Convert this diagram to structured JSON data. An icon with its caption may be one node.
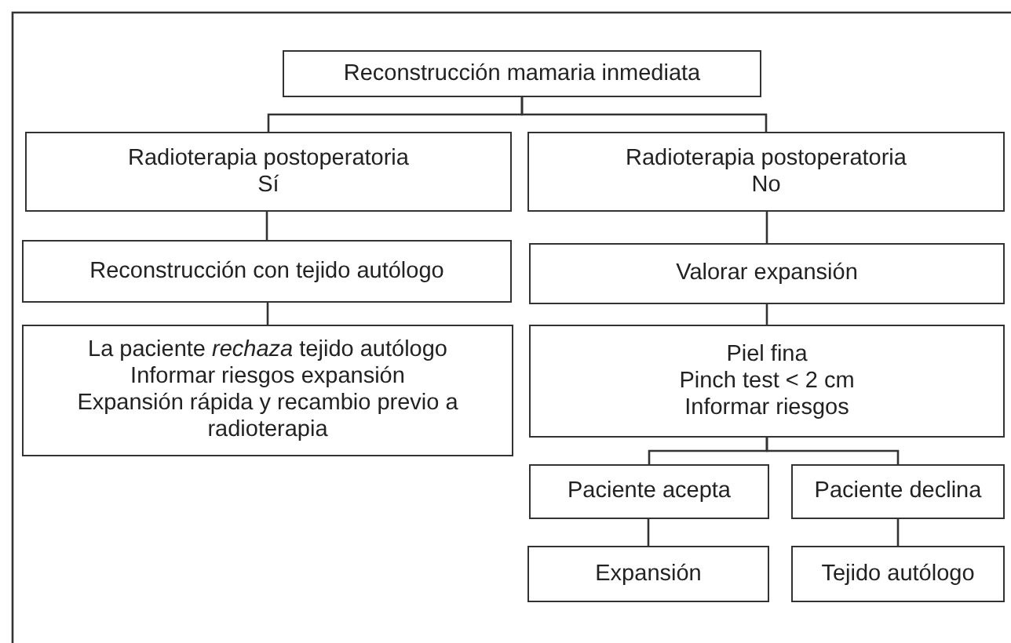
{
  "diagram": {
    "nodes": [
      {
        "text": [
          "Reconstrucción mamaria inmediata"
        ]
      },
      {
        "text": [
          "Radioterapia postoperatoria",
          "Sí"
        ]
      },
      {
        "text": [
          "Radioterapia postoperatoria",
          "No"
        ]
      },
      {
        "text": [
          "Reconstrucción con tejido autólogo"
        ]
      },
      {
        "text": [
          "Valorar expansión"
        ]
      },
      {
        "text": [
          "La paciente *rechaza* tejido autólogo",
          "Informar riesgos expansión",
          "Expansión rápida y recambio previo a radioterapia"
        ]
      },
      {
        "text": [
          "Piel fina",
          "Pinch test < 2 cm",
          "Informar riesgos"
        ]
      },
      {
        "text": [
          "Paciente acepta"
        ]
      },
      {
        "text": [
          "Paciente declina"
        ]
      },
      {
        "text": [
          "Expansión"
        ]
      },
      {
        "text": [
          "Tejido autólogo"
        ]
      }
    ],
    "edges": [
      {
        "from": 0,
        "to": 1,
        "arrow": "none"
      },
      {
        "from": 0,
        "to": 2,
        "arrow": "none"
      },
      {
        "from": 1,
        "to": 3,
        "arrow": "none"
      },
      {
        "from": 2,
        "to": 4,
        "arrow": "none"
      },
      {
        "from": 3,
        "to": 5,
        "arrow": "none"
      },
      {
        "from": 4,
        "to": 6,
        "arrow": "none"
      },
      {
        "from": 6,
        "to": 7,
        "arrow": "none"
      },
      {
        "from": 6,
        "to": 8,
        "arrow": "none"
      },
      {
        "from": 7,
        "to": 9,
        "arrow": "none"
      },
      {
        "from": 8,
        "to": 10,
        "arrow": "none"
      }
    ]
  }
}
